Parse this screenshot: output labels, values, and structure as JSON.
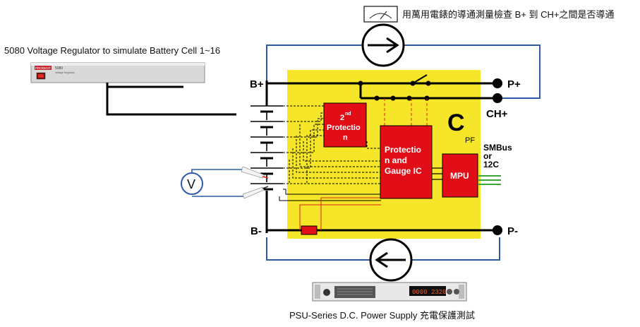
{
  "meter_note": "用萬用電錶的導通測量檢查 B+ 到 CH+之間是否導通",
  "regulator_caption": "5080 Voltage Regulator to simulate Battery Cell 1~16",
  "regulator_brand": "PRODIGIT",
  "regulator_model": "5080",
  "regulator_sub": "Voltage Regulator",
  "psu_caption": "PSU-Series D.C. Power Supply 充電保護測試",
  "psu_display": "0000 2320",
  "terminals": {
    "b_plus": "B+",
    "b_minus": "B-",
    "p_plus": "P+",
    "p_minus": "P-",
    "ch_plus": "CH+"
  },
  "pcb_label": {
    "main": "C",
    "sub": "PF"
  },
  "blocks": {
    "second_protection": {
      "sup": "nd",
      "line1": "2",
      "line2": "Protectio",
      "line3": "n"
    },
    "gauge_ic": {
      "line1": "Protectio",
      "line2": "n and",
      "line3": "Gauge IC"
    },
    "mpu": "MPU"
  },
  "bus_label": {
    "line1": "SMBus",
    "line2": "or",
    "line3": "12C"
  },
  "voltmeter": "V",
  "colors": {
    "pcb": "#f5e629",
    "block": "#e10d17",
    "wire_blue": "#2d5ba8",
    "wire_black": "#000000",
    "bus_green": "#3aa63a",
    "sense_red": "#d9251c"
  },
  "icons": [
    "meter-icon",
    "ammeter-clockwise-icon",
    "ammeter-counterclockwise-icon",
    "voltmeter-icon",
    "switch-icon",
    "fuse-icon"
  ]
}
